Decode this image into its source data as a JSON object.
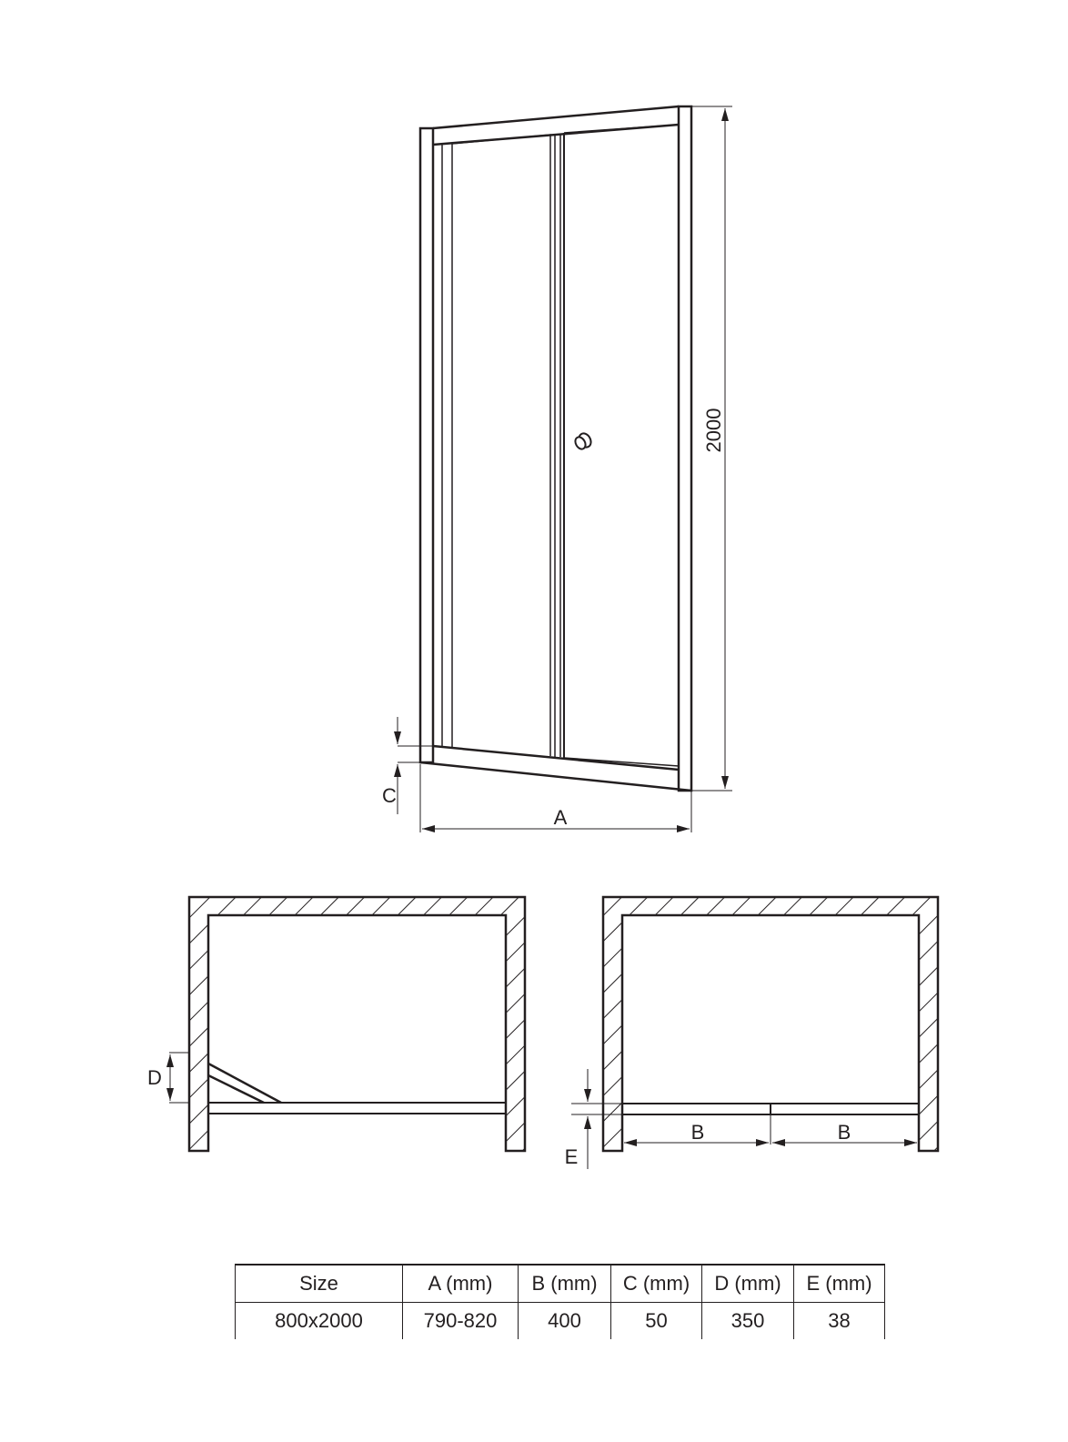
{
  "elevation": {
    "height_label": "2000",
    "width_label": "A",
    "sill_label": "C"
  },
  "plan_left": {
    "dim_label": "D"
  },
  "plan_right": {
    "panel_label_1": "B",
    "panel_label_2": "B",
    "offset_label": "E"
  },
  "spec_table": {
    "headers": [
      "Size",
      "A (mm)",
      "B (mm)",
      "C (mm)",
      "D (mm)",
      "E (mm)"
    ],
    "rows": [
      [
        "800x2000",
        "790-820",
        "400",
        "50",
        "350",
        "38"
      ]
    ]
  },
  "colors": {
    "line": "#231f20",
    "background": "#ffffff"
  }
}
